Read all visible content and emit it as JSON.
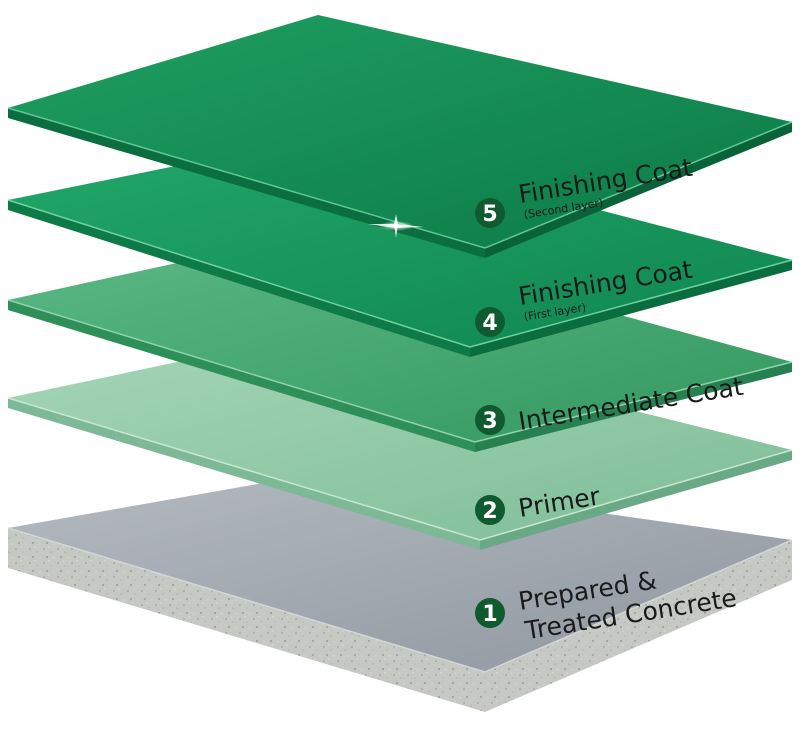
{
  "layers": [
    {
      "number": "1",
      "lines": [
        "Prepared &",
        "Treated Concrete"
      ],
      "sublabel": ""
    },
    {
      "number": "2",
      "lines": [
        "Primer"
      ],
      "sublabel": ""
    },
    {
      "number": "3",
      "lines": [
        "Intermediate Coat"
      ],
      "sublabel": ""
    },
    {
      "number": "4",
      "lines": [
        "Finishing Coat"
      ],
      "sublabel": "(First layer)"
    },
    {
      "number": "5",
      "lines": [
        "Finishing Coat"
      ],
      "sublabel": "(Second layer)"
    }
  ],
  "colors": {
    "concrete_top": "#9ea5ad",
    "concrete_side": "#c9cbc8",
    "primer": "#8cc7a3",
    "intermediate": "#3fa56c",
    "finish_first": "#13935a",
    "finish_second": "#10844f",
    "badge": "#0f5b2f"
  }
}
